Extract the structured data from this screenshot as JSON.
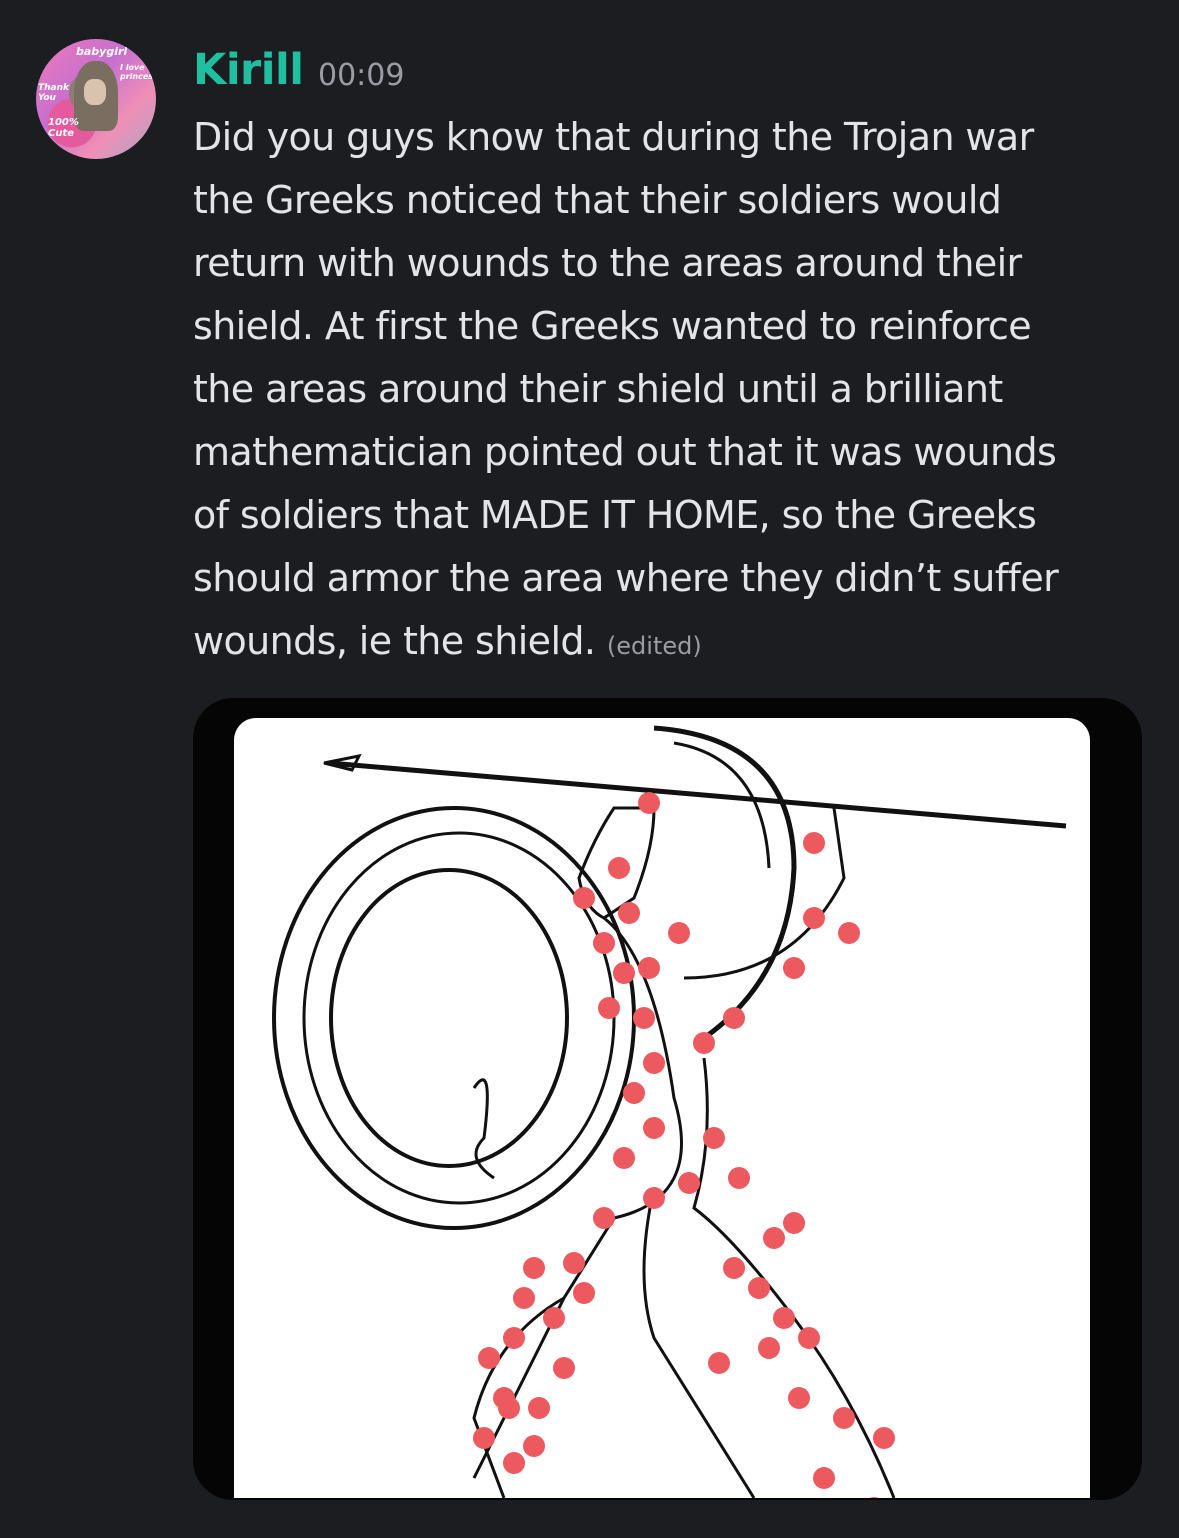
{
  "message": {
    "author": "Kirill",
    "author_color": "#1fc0a0",
    "timestamp": "00:09",
    "avatar_text": [
      "babygirl",
      "I love princess",
      "Thank You",
      "100% Cute"
    ],
    "lines": [
      "Did you guys know that during the Trojan war",
      "the Greeks noticed that their soldiers would",
      "return with wounds to the areas around their",
      "shield. At first the Greeks wanted to reinforce",
      "the areas around their shield until a brilliant",
      "mathematician pointed out that it was wounds",
      "of soldiers that MADE IT HOME, so the Greeks",
      "should armor the area where they didn’t suffer",
      "wounds, ie the shield."
    ],
    "edited_label": "(edited)"
  },
  "attachment": {
    "icon": "greek-warrior-illustration",
    "dot_color": "#ec5a5f"
  }
}
